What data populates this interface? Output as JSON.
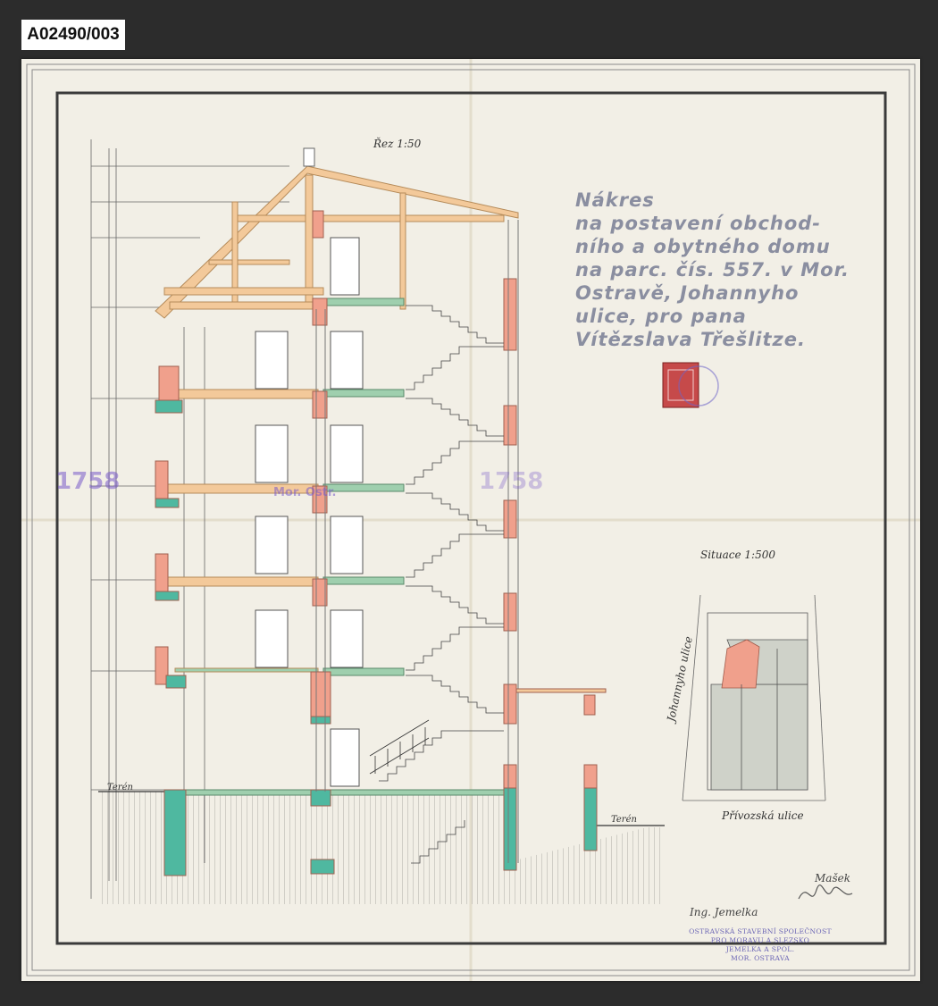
{
  "catalog_label": "A02490/003",
  "title_lines": [
    "Nákres",
    "na postavení obchod-",
    "ního a obytného domu",
    "na parc. čís. 557. v Mor.",
    "Ostravě, Johannyho",
    "ulice, pro pana",
    "Vítězslava Třešlitze."
  ],
  "section_label": "Řez 1:50",
  "situation_label": "Situace 1:500",
  "street_left": "Johannyho ulice",
  "street_bottom": "Přívozská ulice",
  "ground_label_left": "Terén",
  "ground_label_right": "Terén",
  "stamp_lines": [
    "OSTRAVSKÁ STAVEBNÍ SPOLEČNOST",
    "PRO MORAVU A SLEZSKO",
    "JEMELKA A SPOL.",
    "MOR. OSTRAVA"
  ],
  "signature_left": "Ing. Jemelka",
  "signature_right": "Mašek",
  "violet_stamp_left": "1758",
  "violet_stamp_right": "1758",
  "violet_stamp_mid": "Mor. Ostr.",
  "colors": {
    "background": "#2c2c2c",
    "paper": "#f2efe6",
    "frame": "#3a3a3a",
    "wood": "#f3c99a",
    "masonry_red": "#f0a08c",
    "concrete_teal": "#4fb8a0",
    "title_ink": "#8a8ea0",
    "stamp_violet": "#6b65b5"
  }
}
